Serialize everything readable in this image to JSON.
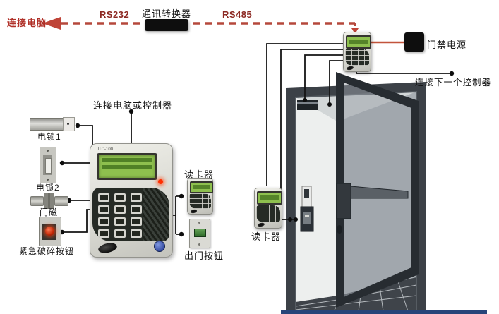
{
  "bus": {
    "connect_pc": "连接电脑",
    "rs232": "RS232",
    "converter": "通讯转换器",
    "rs485": "RS485"
  },
  "controller": {
    "label": "连接电脑或控制器",
    "model": "JTC-100"
  },
  "left_devices": {
    "lock1": "电锁1",
    "lock2": "电锁2",
    "door_magnet": "门磁",
    "emergency": "紧急破碎按钮"
  },
  "mid_devices": {
    "card_reader": "读卡器",
    "exit_button": "出门按钮"
  },
  "right_area": {
    "power": "门禁电源",
    "next_controller": "连接下一个控制器",
    "door_reader": "读卡器"
  },
  "colors": {
    "bus_red": "#b5483c",
    "label_red": "#b03028",
    "rs_label_red": "#8c2822",
    "wire_black": "#141414",
    "lcd_green": "#8ec04e",
    "power_line_red": "#c2543c",
    "door_frame_gray": "#3c4147",
    "bottom_bar_blue": "#27457a"
  }
}
